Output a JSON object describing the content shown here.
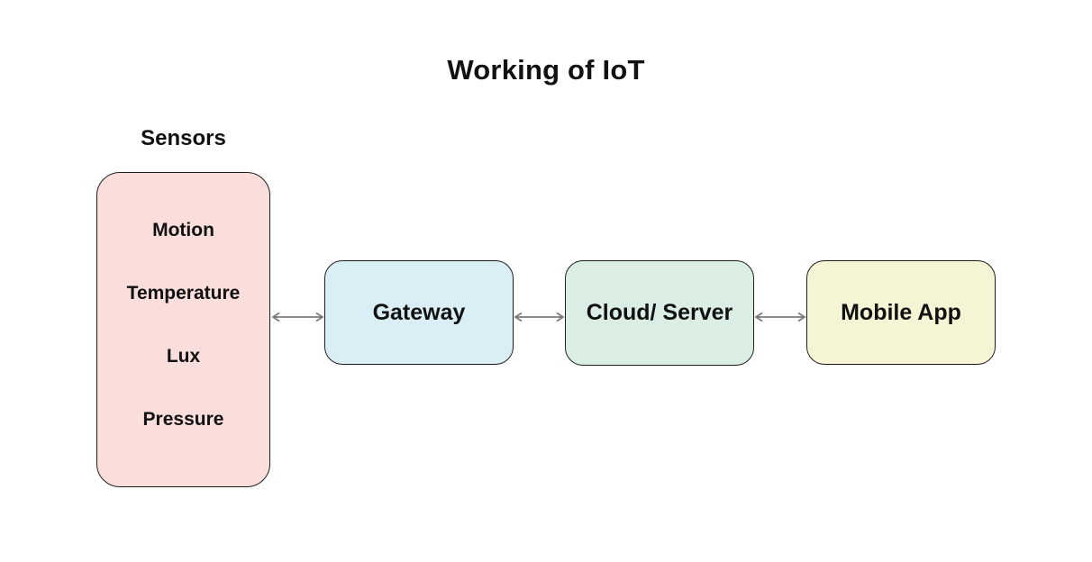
{
  "title": "Working of IoT",
  "diagram": {
    "sensors": {
      "label": "Sensors",
      "items": [
        "Motion",
        "Temperature",
        "Lux",
        "Pressure"
      ]
    },
    "nodes": [
      {
        "id": "gateway",
        "label": "Gateway"
      },
      {
        "id": "cloud-server",
        "label": "Cloud/ Server"
      },
      {
        "id": "mobile-app",
        "label": "Mobile App"
      }
    ],
    "connections": [
      {
        "from": "sensors",
        "to": "gateway",
        "style": "double-headed-arrow"
      },
      {
        "from": "gateway",
        "to": "cloud-server",
        "style": "double-headed-arrow"
      },
      {
        "from": "cloud-server",
        "to": "mobile-app",
        "style": "double-headed-arrow"
      }
    ]
  },
  "colors": {
    "background": "#ffffff",
    "sensors_fill": "#fadedb",
    "gateway_fill": "#daeef6",
    "cloud_fill": "#dbeee4",
    "mobile_fill": "#f5f5d6",
    "node_border": "#1e1e1e",
    "arrow": "#7a7a7a",
    "text": "#111111"
  }
}
